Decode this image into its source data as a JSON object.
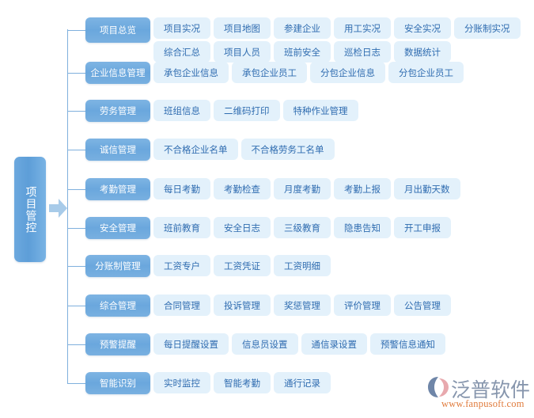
{
  "colors": {
    "category_blue": "#6aa7dd",
    "sub_item_bg": "#e3f1fb",
    "sub_item_text": "#2f6cb0",
    "connector": "#7fb0dd",
    "logo_text": "#8796ad",
    "logo_url": "#e07b3c"
  },
  "root": {
    "label": "项目管控"
  },
  "arrow": {
    "name": "right-arrow-icon"
  },
  "rows": [
    {
      "category": "项目总览",
      "tall": true,
      "lines": [
        [
          "项目实况",
          "项目地图",
          "参建企业",
          "用工实况",
          "安全实况",
          "分账制实况"
        ],
        [
          "综合汇总",
          "项目人员",
          "班前安全",
          "巡检日志",
          "数据统计"
        ]
      ]
    },
    {
      "category": "企业信息管理",
      "tall": false,
      "lines": [
        [
          "承包企业信息",
          "承包企业员工",
          "分包企业信息",
          "分包企业员工"
        ]
      ]
    },
    {
      "category": "劳务管理",
      "tall": false,
      "lines": [
        [
          "班组信息",
          "二维码打印",
          "特种作业管理"
        ]
      ]
    },
    {
      "category": "诚信管理",
      "tall": false,
      "lines": [
        [
          "不合格企业名单",
          "不合格劳务工名单"
        ]
      ]
    },
    {
      "category": "考勤管理",
      "tall": false,
      "lines": [
        [
          "每日考勤",
          "考勤检查",
          "月度考勤",
          "考勤上报",
          "月出勤天数"
        ]
      ]
    },
    {
      "category": "安全管理",
      "tall": false,
      "lines": [
        [
          "班前教育",
          "安全日志",
          "三级教育",
          "隐患告知",
          "开工申报"
        ]
      ]
    },
    {
      "category": "分账制管理",
      "tall": false,
      "lines": [
        [
          "工资专户",
          "工资凭证",
          "工资明细"
        ]
      ]
    },
    {
      "category": "综合管理",
      "tall": false,
      "lines": [
        [
          "合同管理",
          "投诉管理",
          "奖惩管理",
          "评价管理",
          "公告管理"
        ]
      ]
    },
    {
      "category": "预警提醒",
      "tall": false,
      "lines": [
        [
          "每日提醒设置",
          "信息员设置",
          "通信录设置",
          "预警信息通知"
        ]
      ]
    },
    {
      "category": "智能识别",
      "tall": false,
      "lines": [
        [
          "实时监控",
          "智能考勤",
          "通行记录"
        ]
      ]
    }
  ],
  "logo": {
    "brand": "泛普软件",
    "url": "www.fanpusoft.com"
  }
}
